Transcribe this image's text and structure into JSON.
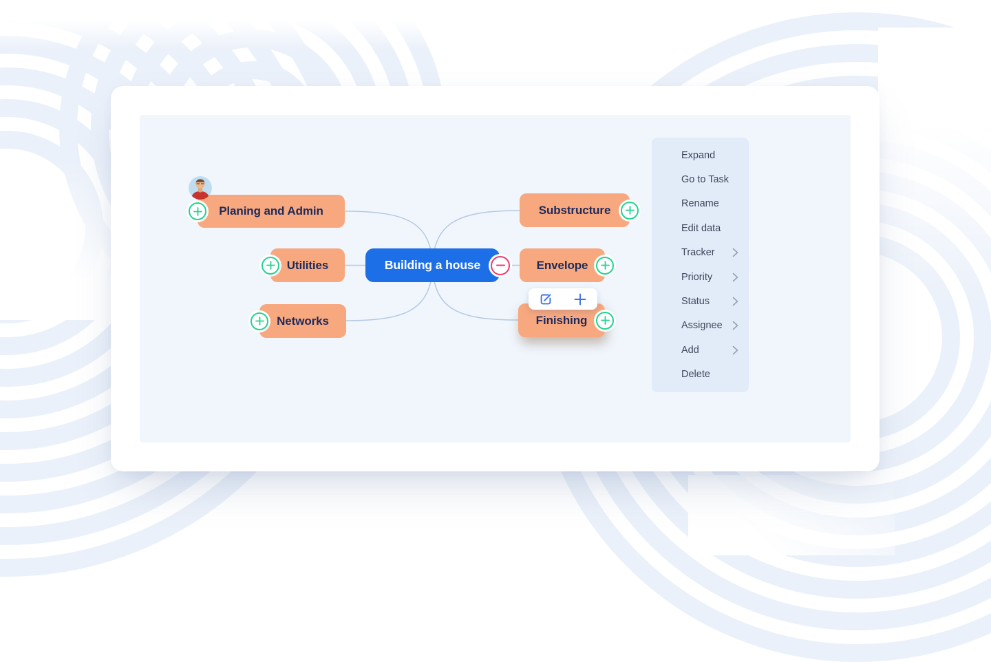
{
  "mindmap": {
    "root": {
      "label": "Building a house",
      "collapse_icon": "minus-circle-icon"
    },
    "left_nodes": [
      {
        "label": "Planing and Admin",
        "expand_icon": "plus-circle-icon",
        "has_avatar": true
      },
      {
        "label": "Utilities",
        "expand_icon": "plus-circle-icon"
      },
      {
        "label": "Networks",
        "expand_icon": "plus-circle-icon"
      }
    ],
    "right_nodes": [
      {
        "label": "Substructure",
        "expand_icon": "plus-circle-icon"
      },
      {
        "label": "Envelope",
        "expand_icon": "plus-circle-icon"
      },
      {
        "label": "Finishing",
        "expand_icon": "plus-circle-icon",
        "selected": true
      }
    ],
    "avatar": "user-avatar"
  },
  "node_toolbar": {
    "buttons": [
      {
        "icon": "edit-icon"
      },
      {
        "icon": "plus-icon"
      }
    ]
  },
  "context_menu": {
    "items": [
      {
        "label": "Expand",
        "has_submenu": false
      },
      {
        "label": "Go to Task",
        "has_submenu": false
      },
      {
        "label": "Rename",
        "has_submenu": false
      },
      {
        "label": "Edit data",
        "has_submenu": false
      },
      {
        "label": "Tracker",
        "has_submenu": true
      },
      {
        "label": "Priority",
        "has_submenu": true
      },
      {
        "label": "Status",
        "has_submenu": true
      },
      {
        "label": "Assignee",
        "has_submenu": true
      },
      {
        "label": "Add",
        "has_submenu": true
      },
      {
        "label": "Delete",
        "has_submenu": false
      }
    ],
    "submenu_icon": "chevron-right-icon"
  },
  "colors": {
    "node_orange": "#F8A87E",
    "root_blue": "#1D6FE8",
    "node_text": "#1D2A5C",
    "expand_green": "#22D392",
    "collapse_pink": "#F0396E",
    "connector": "#B5C8E2",
    "canvas_bg": "#F0F6FC",
    "menu_bg": "#E2EBF8",
    "menu_text": "#3D485C",
    "toolbar_icon_blue": "#3B72E8",
    "ripple": "#EBF1FA"
  }
}
